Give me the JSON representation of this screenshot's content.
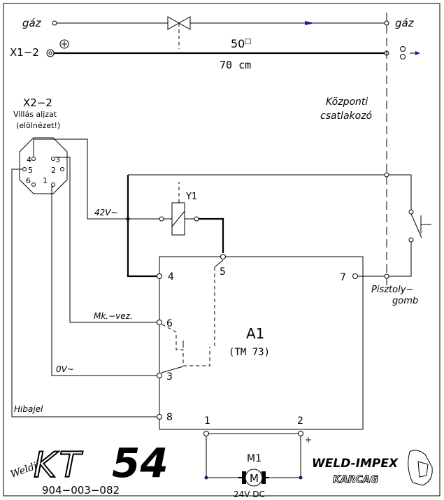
{
  "gas": {
    "left_label": "gáz",
    "right_label": "gáz"
  },
  "cable": {
    "connector": "X1−2",
    "section": "50",
    "section_unit": "□",
    "length": "70 cm"
  },
  "central_connector": {
    "line1": "Központi",
    "line2": "csatlakozó"
  },
  "socket": {
    "name": "X2−2",
    "line1": "Villás aljzat",
    "line2": "(elölnézet!)",
    "pins": [
      "4",
      "3",
      "5",
      "2",
      "6",
      "1"
    ]
  },
  "relay": {
    "label": "Y1"
  },
  "voltage_label": "42V~",
  "module": {
    "name": "A1",
    "type": "(TM 73)",
    "terminals": [
      "4",
      "5",
      "6",
      "3",
      "8",
      "7",
      "1",
      "2"
    ]
  },
  "wires": {
    "mk": "Mk.−vez.",
    "zero": "0V~",
    "fault": "Hibajel"
  },
  "trigger": {
    "line1": "Pisztoly−",
    "line2": "gomb"
  },
  "motor": {
    "name": "M1",
    "symbol": "M",
    "rating": "24V DC",
    "plus": "+"
  },
  "brand": {
    "script": "Weldi",
    "model_letters": "KT",
    "model_number": "54",
    "part_number": "904−003−082",
    "maker": "WELD-IMPEX",
    "city": "KARCAG"
  },
  "colors": {
    "line": "#000000",
    "arrow": "#1a1aa0",
    "background": "#ffffff"
  }
}
